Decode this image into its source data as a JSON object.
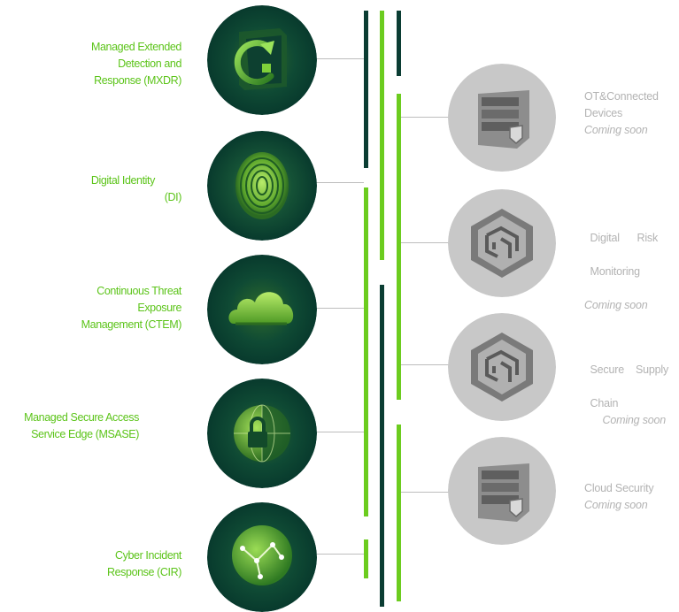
{
  "services": [
    {
      "label_lines": [
        "Managed Extended",
        "Detection and",
        "Response (MXDR)"
      ],
      "icon": "shield-arrow-icon"
    },
    {
      "label_lines": [
        "Digital Identity",
        "(DI)"
      ],
      "icon": "fingerprint-icon"
    },
    {
      "label_lines": [
        "Continuous Threat",
        "Exposure",
        "Management (CTEM)"
      ],
      "icon": "cloud-icon"
    },
    {
      "label_lines": [
        "Managed Secure Access",
        "Service Edge (MSASE)"
      ],
      "icon": "padlock-globe-icon"
    },
    {
      "label_lines": [
        "Cyber Incident",
        "Response (CIR)"
      ],
      "icon": "network-globe-icon"
    }
  ],
  "upcoming": [
    {
      "label_lines": [
        "OT&Connected",
        "Devices"
      ],
      "status": "Coming soon",
      "icon": "server-shield-icon"
    },
    {
      "label_lines": [
        "Digital      Risk",
        "Monitoring"
      ],
      "status": "Coming soon",
      "icon": "maze-hexagon-icon"
    },
    {
      "label_lines": [
        "Secure    Supply",
        "Chain"
      ],
      "status": "Coming soon",
      "icon": "maze-hexagon-icon"
    },
    {
      "label_lines": [
        "Cloud Security"
      ],
      "status": "Coming soon",
      "icon": "server-shield-icon"
    }
  ],
  "colors": {
    "dark_green": "#0b3d33",
    "bright_green": "#6ccc1f",
    "grey": "#b3b3b3",
    "circle_grey": "#c8c8c8"
  }
}
